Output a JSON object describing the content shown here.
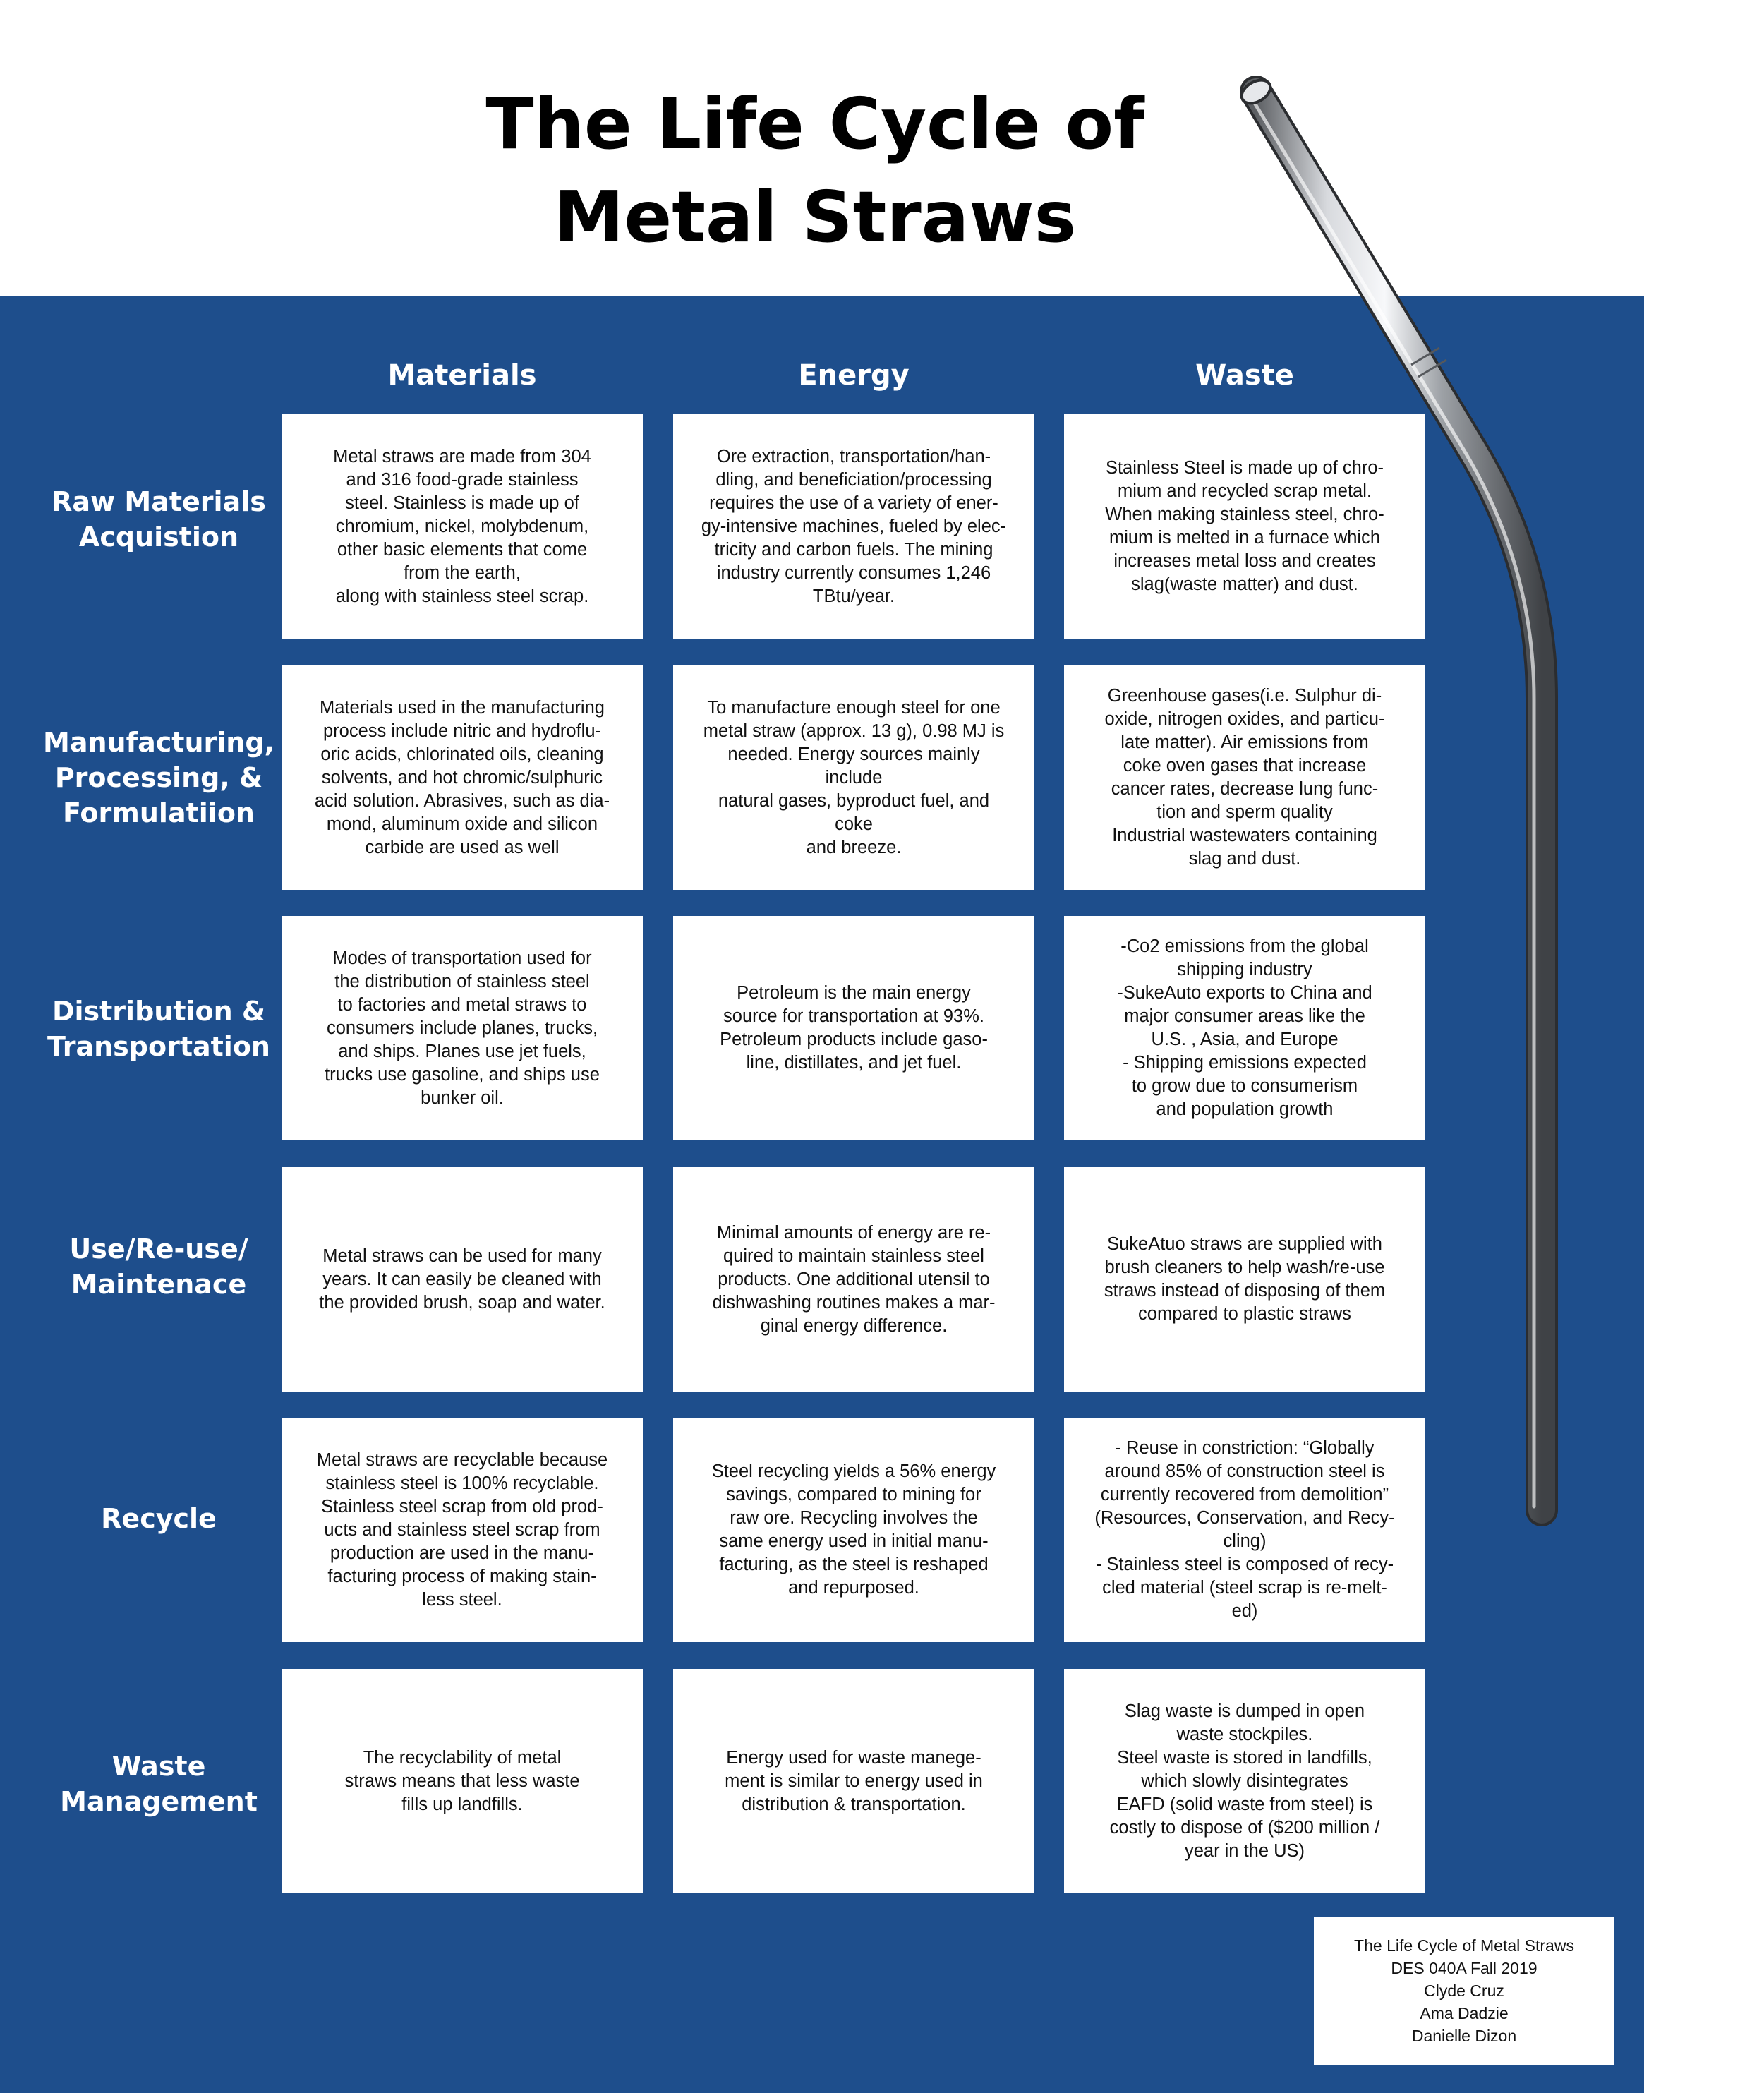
{
  "title": "The Life Cycle of\nMetal Straws",
  "columns": [
    "Materials",
    "Energy",
    "Waste"
  ],
  "rows": [
    {
      "label": "Raw Materials\nAcquistion",
      "cells": [
        "Metal straws are made from 304\nand 316 food-grade stainless\nsteel. Stainless is made up of\nchromium, nickel, molybdenum,\nother basic elements that come\nfrom the earth,\nalong with stainless steel scrap.",
        "Ore extraction, transportation/han-\ndling, and beneficiation/processing\nrequires the use of a variety of ener-\ngy-intensive machines, fueled by elec-\ntricity and carbon fuels. The mining\nindustry currently consumes 1,246\nTBtu/year.",
        "Stainless Steel is made up of chro-\nmium and recycled scrap metal.\nWhen making stainless steel, chro-\nmium is melted in a furnace which\nincreases metal loss and creates\nslag(waste matter) and dust."
      ]
    },
    {
      "label": "Manufacturing,\nProcessing, &\nFormulatiion",
      "cells": [
        "Materials used in the manufacturing\nprocess include nitric and hydroflu-\noric acids, chlorinated oils, cleaning\nsolvents, and hot chromic/sulphuric\nacid solution. Abrasives, such as dia-\nmond, aluminum oxide and silicon\ncarbide are used as well",
        "To manufacture enough steel for one\nmetal straw (approx. 13 g), 0.98 MJ is\nneeded. Energy sources mainly include\nnatural gases, byproduct fuel, and coke\nand breeze.",
        "Greenhouse gases(i.e. Sulphur di-\noxide, nitrogen oxides, and particu-\nlate matter). Air emissions from\ncoke oven gases that increase\ncancer rates, decrease lung func-\ntion and sperm quality\nIndustrial wastewaters containing\nslag and dust."
      ]
    },
    {
      "label": "Distribution &\nTransportation",
      "cells": [
        "Modes of transportation used for\nthe distribution of stainless steel\nto factories and metal straws to\nconsumers include planes, trucks,\nand ships. Planes use jet fuels,\ntrucks use gasoline, and ships use\nbunker oil.",
        "Petroleum is the main energy\nsource for transportation at 93%.\nPetroleum products include gaso-\nline, distillates, and jet fuel.",
        "-Co2 emissions from the global\nshipping industry\n-SukeAuto exports to China and\nmajor consumer areas like the\nU.S. , Asia, and Europe\n- Shipping emissions expected\nto grow due to consumerism\nand population growth"
      ]
    },
    {
      "label": "Use/Re-use/\nMaintenace",
      "cells": [
        "Metal straws can be used for many\nyears. It can easily be cleaned with\nthe provided brush, soap and water.",
        "Minimal amounts of energy are re-\nquired to maintain stainless steel\nproducts. One additional utensil to\ndishwashing routines makes a mar-\nginal energy difference.",
        "SukeAtuo straws are supplied with\nbrush cleaners to help wash/re-use\nstraws instead of disposing of them\ncompared to plastic straws"
      ]
    },
    {
      "label": "Recycle",
      "cells": [
        "Metal straws are recyclable because\nstainless steel is 100% recyclable.\nStainless steel scrap from old prod-\nucts and stainless steel scrap from\nproduction are used in the manu-\nfacturing process of making stain-\nless steel.",
        "Steel recycling yields a 56% energy\nsavings, compared to mining for\nraw ore. Recycling involves the\nsame energy used in initial manu-\nfacturing, as the steel is reshaped\nand repurposed.",
        "- Reuse in constriction: “Globally\naround 85% of construction steel is\ncurrently recovered from demolition”\n(Resources, Conservation, and Recy-\ncling)\n- Stainless steel is composed of recy-\ncled material (steel scrap  is re-melt-\ned)"
      ]
    },
    {
      "label": "Waste\nManagement",
      "cells": [
        "The recyclability of metal\nstraws means that less waste\nfills up landfills.",
        "Energy used for waste manege-\nment is similar to energy used in\ndistribution & transportation.",
        "Slag waste is dumped in open\nwaste stockpiles.\nSteel waste is stored in landfills,\nwhich slowly disintegrates\nEAFD (solid waste from steel) is\ncostly to dispose of ($200 million /\nyear in the US)"
      ]
    }
  ],
  "credits": [
    "The Life Cycle of Metal Straws",
    "DES 040A Fall 2019",
    "Clyde Cruz",
    "Ama Dadzie",
    "Danielle Dizon"
  ]
}
